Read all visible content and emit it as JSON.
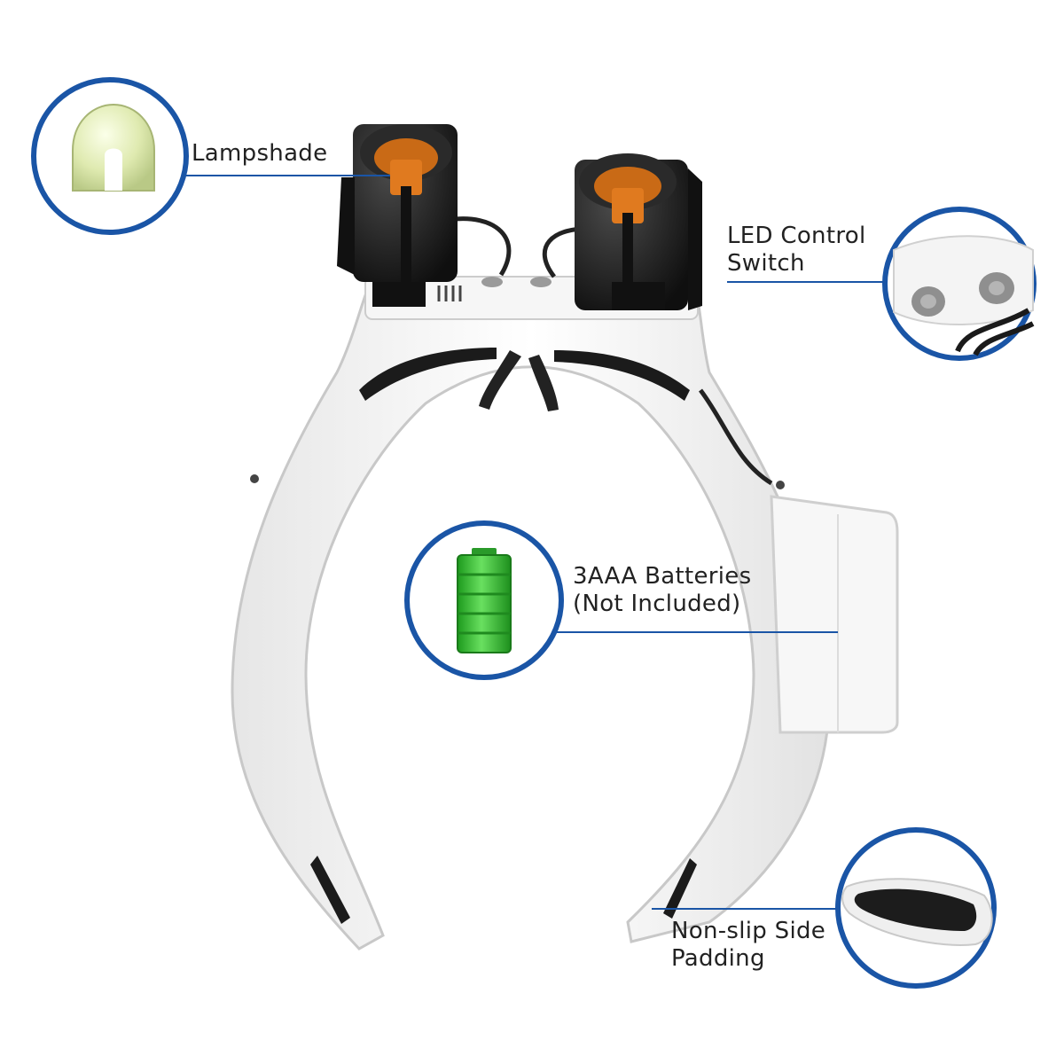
{
  "callouts": {
    "lampshade": {
      "line1": "Lampshade"
    },
    "led_switch": {
      "line1": "LED Control",
      "line2": "Switch"
    },
    "batteries": {
      "line1": "3AAA Batteries",
      "line2": "(Not Included)"
    },
    "side_padding": {
      "line1": "Non-slip Side",
      "line2": "Padding"
    }
  },
  "colors": {
    "ring": "#1a55a6",
    "headband": "#f2f2f2",
    "outline": "#cfcfcf",
    "lamp_body": "#1c1c1c",
    "lamp_accent": "#e07a1f",
    "battery_green": "#3cc23c",
    "lampshade_tint": "#d9e8a8"
  },
  "icons": [
    "lampshade-icon",
    "switch-closeup-icon",
    "battery-icon",
    "padding-closeup-icon"
  ]
}
